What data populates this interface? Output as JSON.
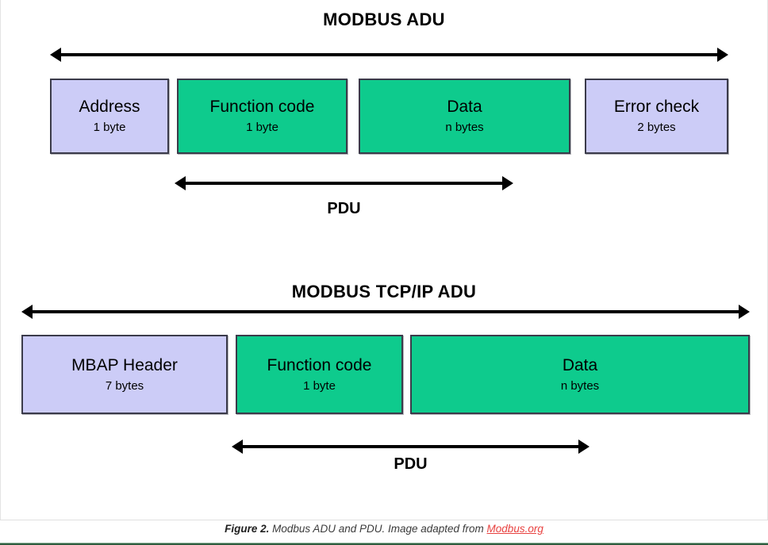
{
  "figure": {
    "sections": [
      {
        "id": "modbus-adu",
        "title": "MODBUS ADU",
        "span_label": "PDU",
        "fields": [
          {
            "name": "Address",
            "size": "1 byte",
            "color": "#ccccf7"
          },
          {
            "name": "Function code",
            "size": "1 byte",
            "color": "#0ecb8d"
          },
          {
            "name": "Data",
            "size": "n bytes",
            "color": "#0ecb8d"
          },
          {
            "name": "Error check",
            "size": "2 bytes",
            "color": "#ccccf7"
          }
        ]
      },
      {
        "id": "modbus-tcpip-adu",
        "title": "MODBUS TCP/IP ADU",
        "span_label": "PDU",
        "fields": [
          {
            "name": "MBAP Header",
            "size": "7 bytes",
            "color": "#ccccf7"
          },
          {
            "name": "Function code",
            "size": "1 byte",
            "color": "#0ecb8d"
          },
          {
            "name": "Data",
            "size": "n bytes",
            "color": "#0ecb8d"
          }
        ]
      }
    ]
  },
  "caption": {
    "label": "Figure 2.",
    "text": " Modbus ADU and PDU. Image adapted from ",
    "link": "Modbus.org"
  },
  "colors": {
    "purple_field": "#ccccf7",
    "green_field": "#0ecb8d",
    "box_border": "#3b3b4a",
    "arrow": "#000000",
    "caption_link": "#e8413f"
  }
}
